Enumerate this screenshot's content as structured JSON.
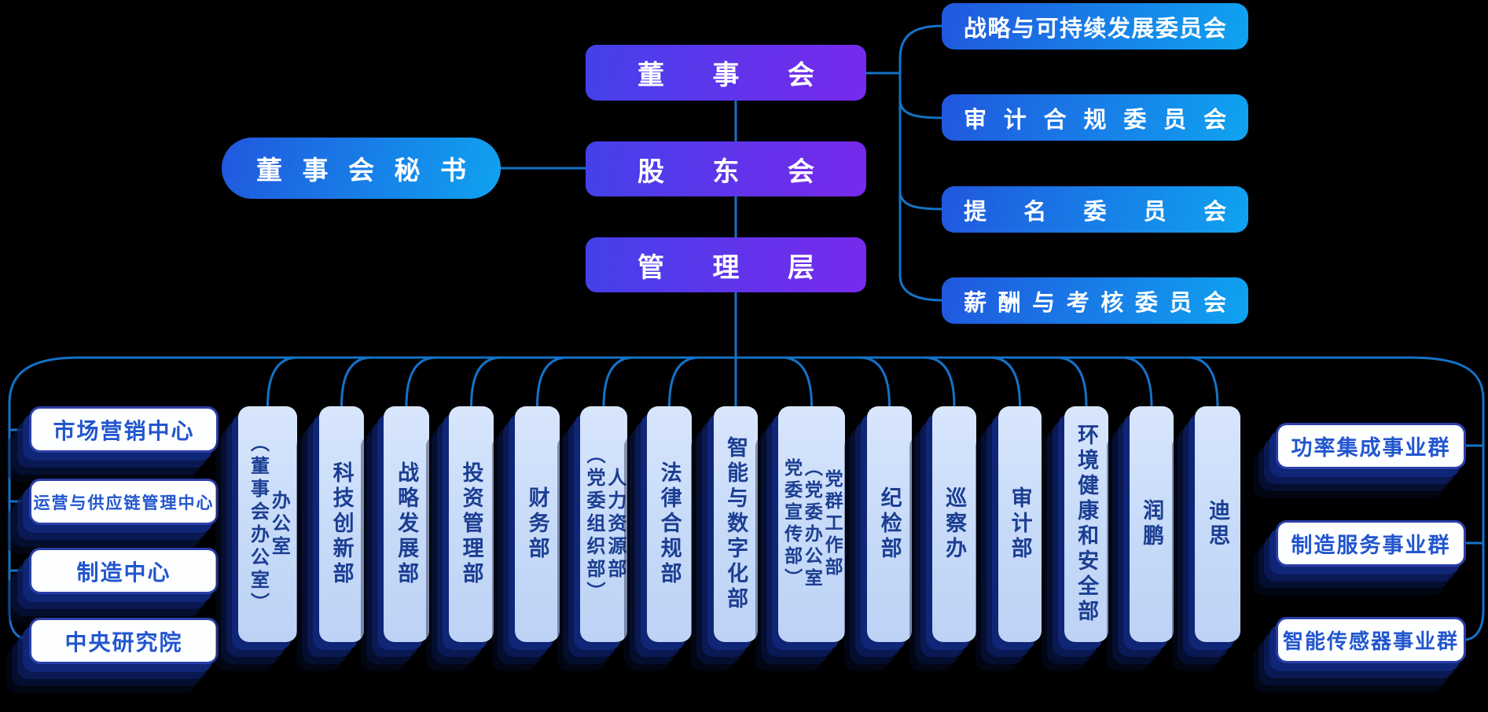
{
  "nodes": {
    "board": {
      "label": "董事会"
    },
    "shareholders": {
      "label": "股东会"
    },
    "management": {
      "label": "管理层"
    },
    "secretary": {
      "label": "董事会秘书"
    }
  },
  "committees": [
    {
      "label": "战略与可持续发展委员会"
    },
    {
      "label": "审计合规委员会"
    },
    {
      "label": "提名委员会"
    },
    {
      "label": "薪酬与考核委员会"
    }
  ],
  "center_divisions": [
    {
      "label": "市场营销中心"
    },
    {
      "label": "运营与供应链管理中心"
    },
    {
      "label": "制造中心"
    },
    {
      "label": "中央研究院"
    }
  ],
  "departments": [
    {
      "lines": [
        "办公室",
        "（董事会办公室）"
      ]
    },
    {
      "lines": [
        "科技创新部"
      ]
    },
    {
      "lines": [
        "战略发展部"
      ]
    },
    {
      "lines": [
        "投资管理部"
      ]
    },
    {
      "lines": [
        "财务部"
      ]
    },
    {
      "lines": [
        "人力资源部",
        "（党委组织部）"
      ]
    },
    {
      "lines": [
        "法律合规部"
      ]
    },
    {
      "lines": [
        "智能与数字化部"
      ]
    },
    {
      "lines": [
        "党群工作部",
        "（党委办公室",
        "党委宣传部）"
      ]
    },
    {
      "lines": [
        "纪检部"
      ]
    },
    {
      "lines": [
        "巡察办"
      ]
    },
    {
      "lines": [
        "审计部"
      ]
    },
    {
      "lines": [
        "环境健康和安全部"
      ]
    },
    {
      "lines": [
        "润鹏"
      ]
    },
    {
      "lines": [
        "迪思"
      ]
    }
  ],
  "business_groups": [
    {
      "label": "功率集成事业群"
    },
    {
      "label": "制造服务事业群"
    },
    {
      "label": "智能传感器事业群"
    }
  ],
  "colors": {
    "background": "#000000",
    "governance_gradient_start": "#4441E9",
    "governance_gradient_end": "#7829EC",
    "committee_gradient_start": "#2157DE",
    "committee_gradient_end": "#0FA3F0",
    "connector": "#1572C6",
    "department_fill_top": "#D8E6FC",
    "department_fill_bottom": "#BDD2F5",
    "department_text": "#1C3E92",
    "division_border": "#2B3FA9",
    "division_text": "#2256CE",
    "shadow": "#0A1C5E"
  }
}
